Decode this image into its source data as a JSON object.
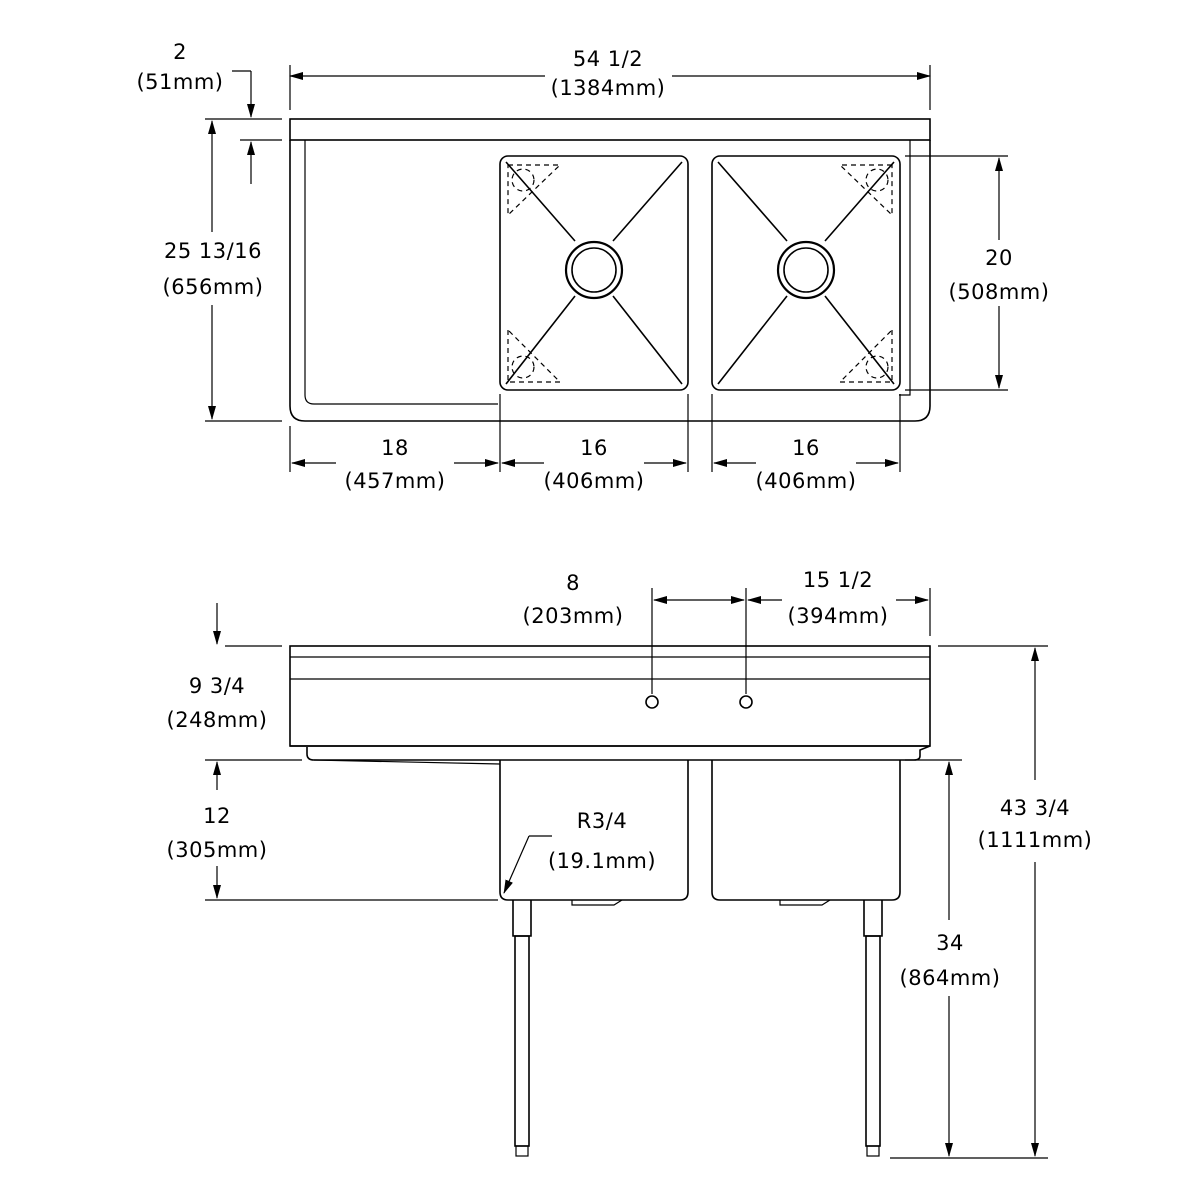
{
  "top_view": {
    "overall_width": {
      "inches": "54 1/2",
      "mm": "(1384mm)"
    },
    "backsplash_height": {
      "inches": "2",
      "mm": "(51mm)"
    },
    "overall_depth": {
      "inches": "25 13/16",
      "mm": "(656mm)"
    },
    "bowl_front_to_back": {
      "inches": "20",
      "mm": "(508mm)"
    },
    "drainboard_width": {
      "inches": "18",
      "mm": "(457mm)"
    },
    "bowl1_width": {
      "inches": "16",
      "mm": "(406mm)"
    },
    "bowl2_width": {
      "inches": "16",
      "mm": "(406mm)"
    }
  },
  "front_view": {
    "faucet_spacing": {
      "inches": "8",
      "mm": "(203mm)"
    },
    "faucet_to_right_edge": {
      "inches": "15 1/2",
      "mm": "(394mm)"
    },
    "backsplash_height": {
      "inches": "9 3/4",
      "mm": "(248mm)"
    },
    "bowl_depth": {
      "inches": "12",
      "mm": "(305mm)"
    },
    "corner_radius": {
      "label": "R3/4",
      "mm": "(19.1mm)"
    },
    "overall_height": {
      "inches": "43 3/4",
      "mm": "(1111mm)"
    },
    "work_height": {
      "inches": "34",
      "mm": "(864mm)"
    }
  }
}
